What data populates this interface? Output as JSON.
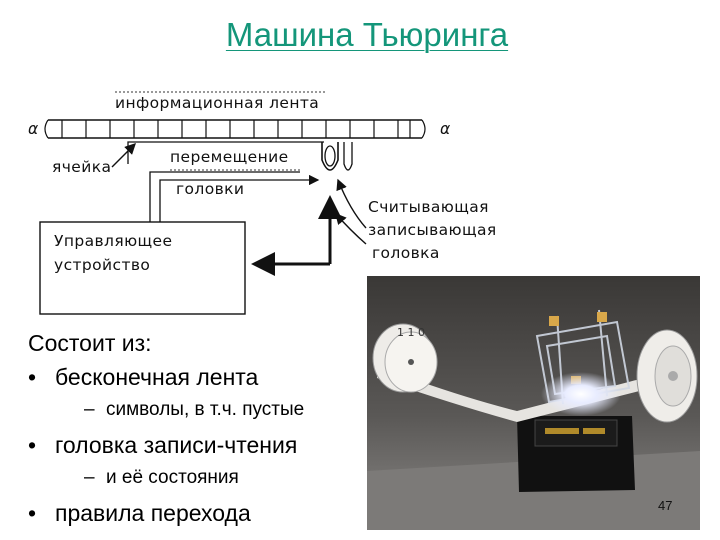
{
  "title": "Машина Тьюринга",
  "diagram": {
    "tape_label": "информационная лента",
    "alpha_left": "α",
    "alpha_right": "α",
    "cell_label": "ячейка",
    "movement_label_1": "перемещение",
    "movement_label_2": "головки",
    "control_label_1": "Управляющее",
    "control_label_2": "устройство",
    "head_label_1": "Считывающая",
    "head_label_2": "записывающая",
    "head_label_3": "головка"
  },
  "content": {
    "lead": "Состоит из:",
    "items": [
      {
        "bullet": "•",
        "text": "бесконечная лента",
        "sub": {
          "dash": "–",
          "text": "символы, в т.ч. пустые"
        }
      },
      {
        "bullet": "•",
        "text": "головка записи-чтения",
        "sub": {
          "dash": "–",
          "text": "и её состояния"
        }
      },
      {
        "bullet": "•",
        "text": "правила перехода"
      }
    ]
  },
  "photo": {
    "tape_symbols": "1 1 0"
  },
  "page_number": "47"
}
